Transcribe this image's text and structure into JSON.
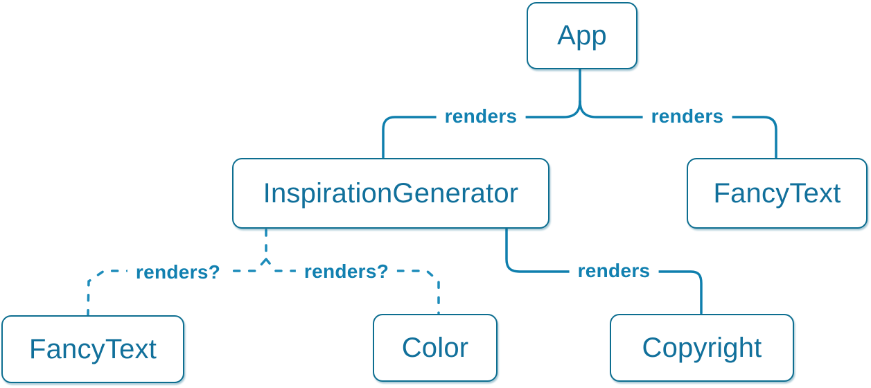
{
  "diagram": {
    "nodes": [
      {
        "id": "app",
        "label": "App"
      },
      {
        "id": "inspiration-generator",
        "label": "InspirationGenerator"
      },
      {
        "id": "fancy-text-right",
        "label": "FancyText"
      },
      {
        "id": "fancy-text-left",
        "label": "FancyText"
      },
      {
        "id": "color",
        "label": "Color"
      },
      {
        "id": "copyright",
        "label": "Copyright"
      }
    ],
    "edges": [
      {
        "from": "App",
        "to": "InspirationGenerator",
        "label": "renders",
        "style": "solid"
      },
      {
        "from": "App",
        "to": "FancyText",
        "label": "renders",
        "style": "solid"
      },
      {
        "from": "InspirationGenerator",
        "to": "FancyText",
        "label": "renders?",
        "style": "dashed"
      },
      {
        "from": "InspirationGenerator",
        "to": "Color",
        "label": "renders?",
        "style": "dashed"
      },
      {
        "from": "InspirationGenerator",
        "to": "Copyright",
        "label": "renders",
        "style": "solid"
      }
    ],
    "colors": {
      "node_fill": "#ffffff",
      "node_border": "#0d6e90",
      "node_text": "#11709b",
      "label_text": "#1180b0",
      "solid_stroke": "#0f7fad",
      "dashed_stroke": "#1d8cba"
    }
  }
}
